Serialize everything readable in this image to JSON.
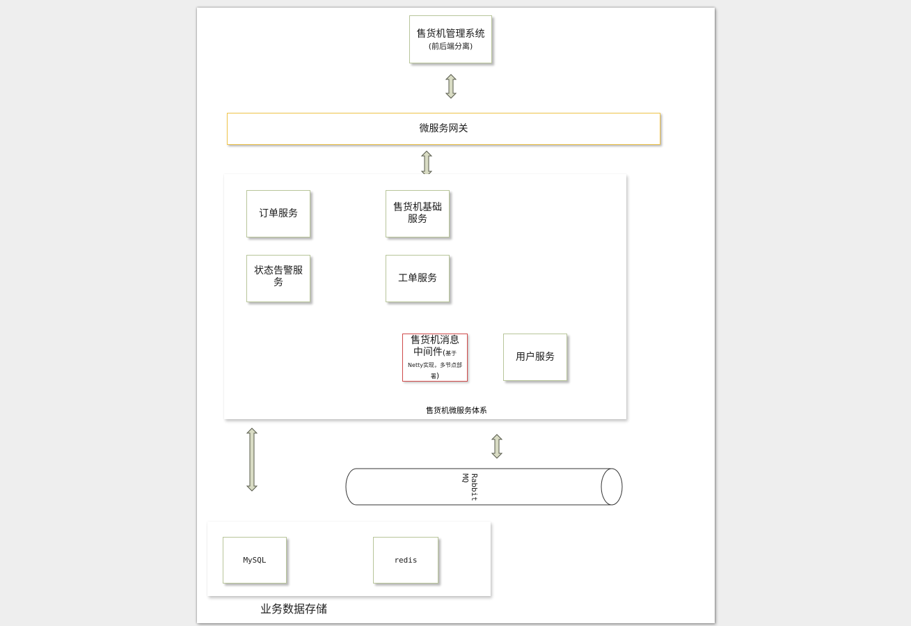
{
  "diagram": {
    "top_system": {
      "title": "售货机管理系统",
      "subtitle": "(前后端分离)"
    },
    "gateway": "微服务网关",
    "services": {
      "order": "订单服务",
      "vending_base": "售货机基础服务",
      "status_alert": "状态告警服务",
      "work_order": "工单服务",
      "message_middleware": {
        "main": "售货机消息中间件",
        "note_open": "(",
        "note": "基于Netty实现，多节点部署",
        "note_close": ")"
      },
      "user": "用户服务"
    },
    "microservice_system_label": "售货机微服务体系",
    "mq": "RabbitMQ",
    "storage": {
      "mysql": "MySQL",
      "redis": "redis",
      "label": "业务数据存储"
    },
    "colors": {
      "box_border": "#b8c59a",
      "gateway_border": "#f0c44a",
      "middleware_border": "#d04a4a",
      "arrow_fill": "#d9dcc4",
      "arrow_stroke": "#55584a"
    }
  }
}
